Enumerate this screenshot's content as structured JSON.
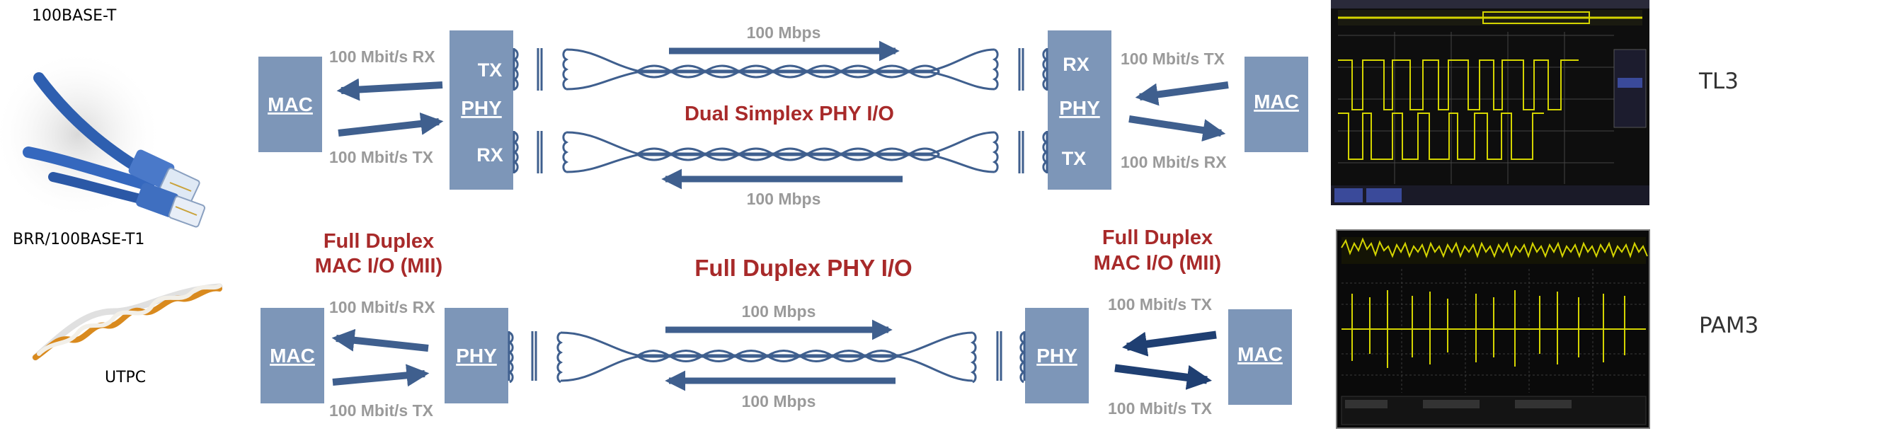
{
  "cables": {
    "top_label": "100BASE-T",
    "middle_label": "BRR/100BASE-T1",
    "bottom_label": "UTPC"
  },
  "top_diagram": {
    "mac_left": "MAC",
    "mac_right": "MAC",
    "phy_left": {
      "tx": "TX",
      "phy": "PHY",
      "rx": "RX"
    },
    "phy_right": {
      "rx": "RX",
      "phy": "PHY",
      "tx": "TX"
    },
    "left_rx_label": "100 Mbit/s RX",
    "left_tx_label": "100 Mbit/s TX",
    "right_tx_label": "100 Mbit/s TX",
    "right_rx_label": "100 Mbit/s RX",
    "rate_top": "100 Mbps",
    "rate_bottom": "100 Mbps",
    "title": "Dual Simplex PHY I/O"
  },
  "bottom_diagram": {
    "mac_left": "MAC",
    "mac_right": "MAC",
    "phy_left": "PHY",
    "phy_right": "PHY",
    "left_title_line1": "Full Duplex",
    "left_title_line2": "MAC I/O (MII)",
    "right_title_line1": "Full Duplex",
    "right_title_line2": "MAC I/O (MII)",
    "center_title": "Full Duplex PHY I/O",
    "left_rx_label": "100 Mbit/s RX",
    "left_tx_label": "100 Mbit/s TX",
    "right_tx_label": "100 Mbit/s TX",
    "right_rx_label": "100 Mbit/s TX",
    "rate_top": "100 Mbps",
    "rate_bottom": "100 Mbps"
  },
  "scope_labels": {
    "top": "TL3",
    "bottom": "PAM3"
  },
  "colors": {
    "box_fill": "#7d96b8",
    "arrow_blue": "#3f5f8e",
    "arrow_dark": "#1f3f72",
    "red_text": "#a82a2a",
    "gray_text": "#9a9a9a",
    "scope_bg": "#0e0e0e",
    "scope_trace": "#d4d400"
  }
}
